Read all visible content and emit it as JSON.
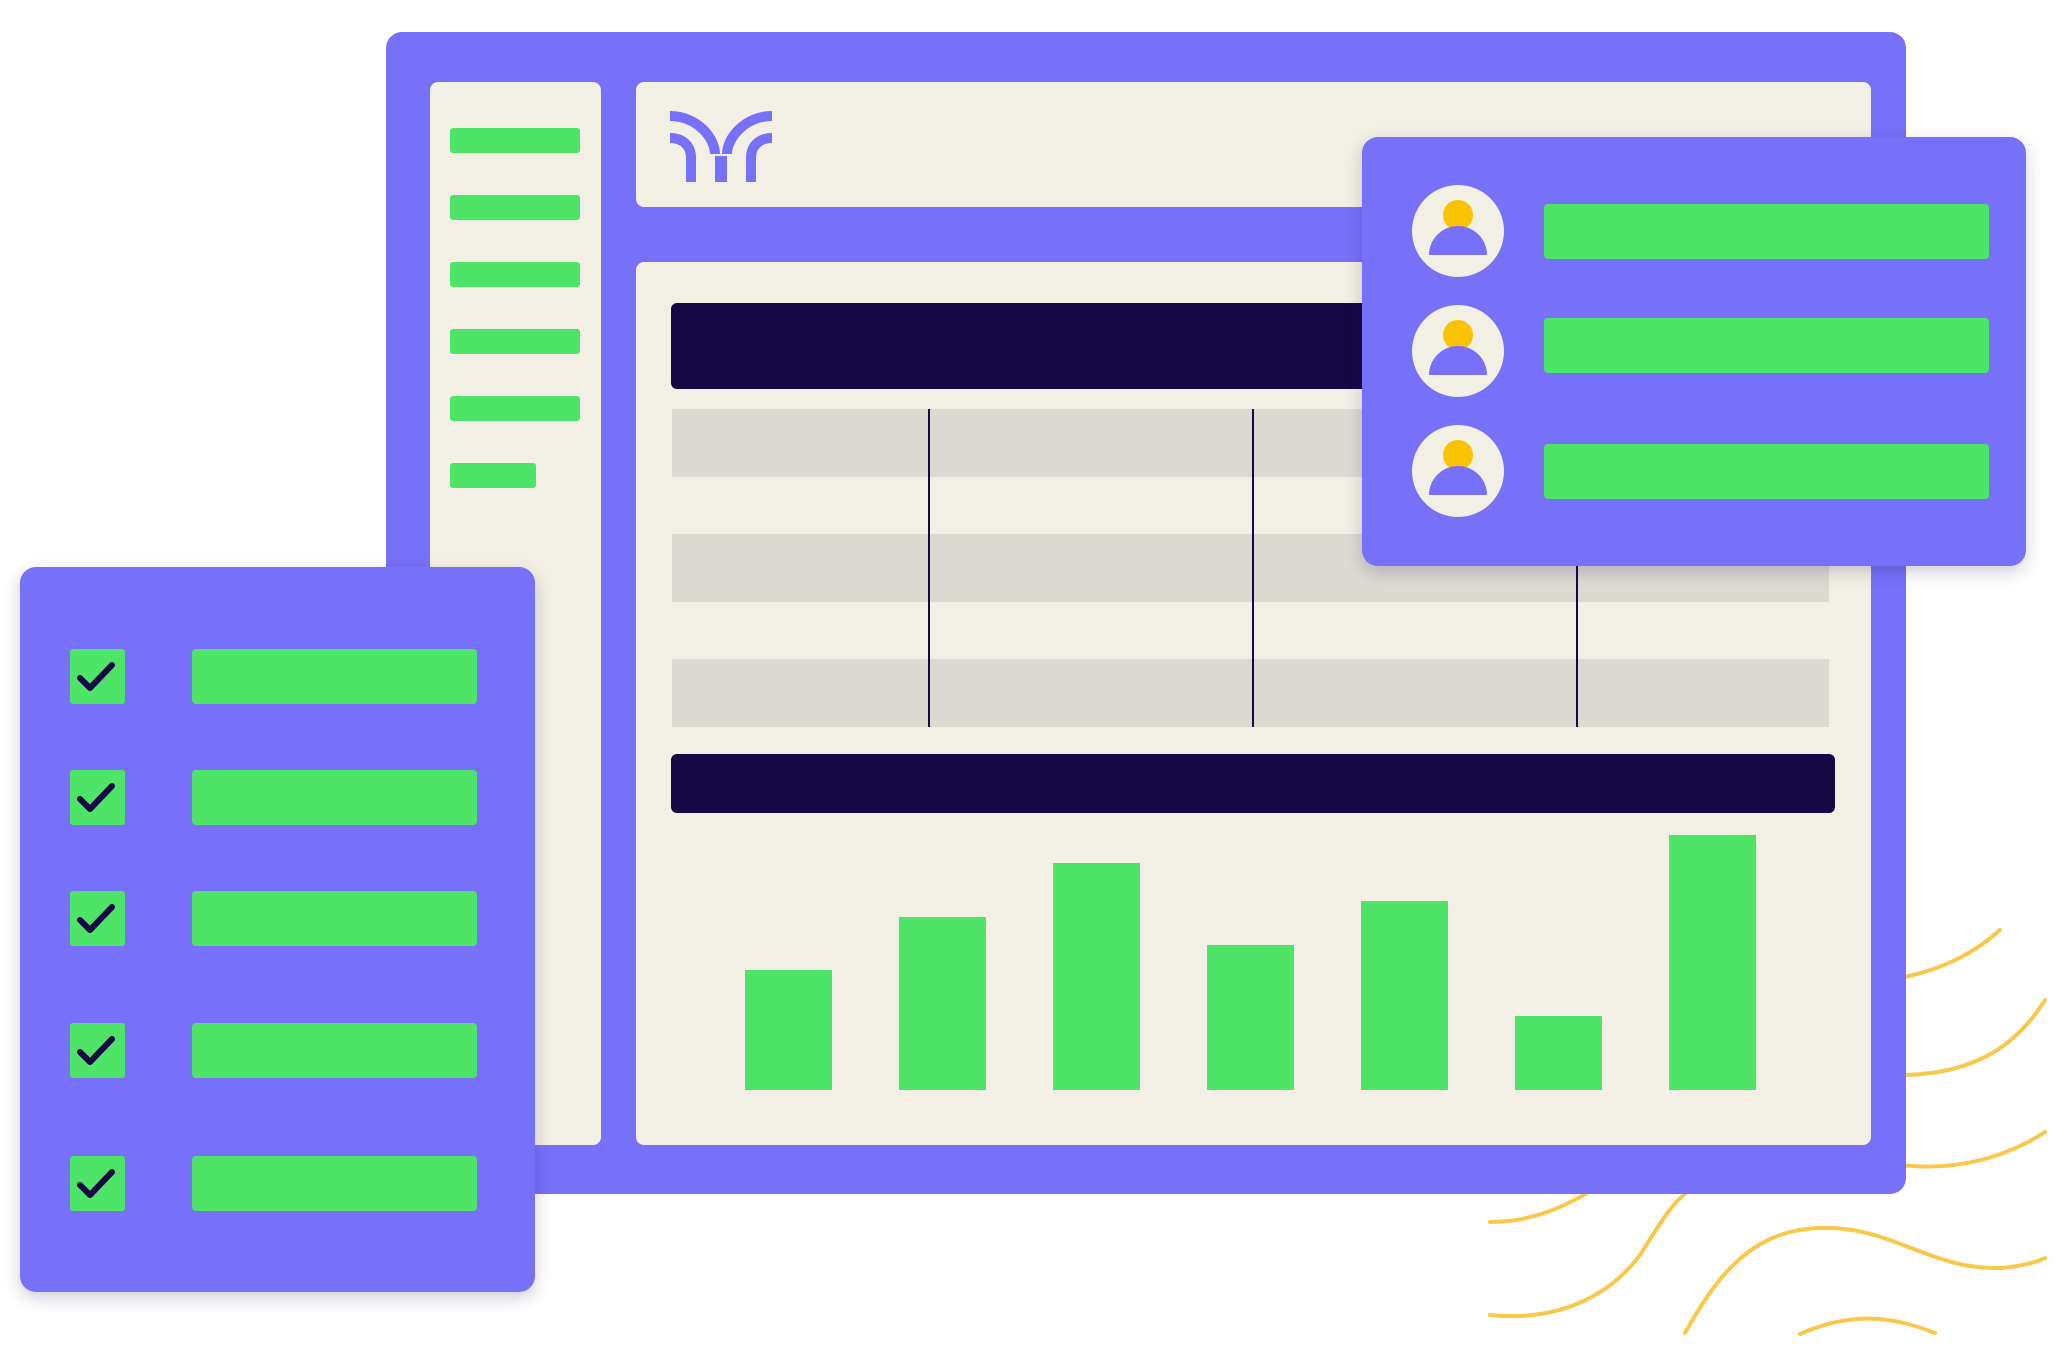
{
  "colors": {
    "window": "#7770f8",
    "panel": "#f2efe4",
    "accent_green": "#4de468",
    "dark_navy": "#160845",
    "row_gray": "#dcd9d2",
    "avatar_head": "#f9c301",
    "squiggle": "#f8c84a"
  },
  "icons": {
    "logo": "brand-logo-mark",
    "avatar": "user-avatar-icon",
    "check": "checkmark-icon"
  },
  "sidebar": {
    "item_count": 6
  },
  "users_card": {
    "user_count": 3
  },
  "checklist": {
    "item_count": 5,
    "all_checked": true
  },
  "bar_graphic": {
    "relative_levels": [
      0.47,
      0.68,
      0.89,
      0.57,
      0.74,
      0.29,
      1.0
    ]
  }
}
